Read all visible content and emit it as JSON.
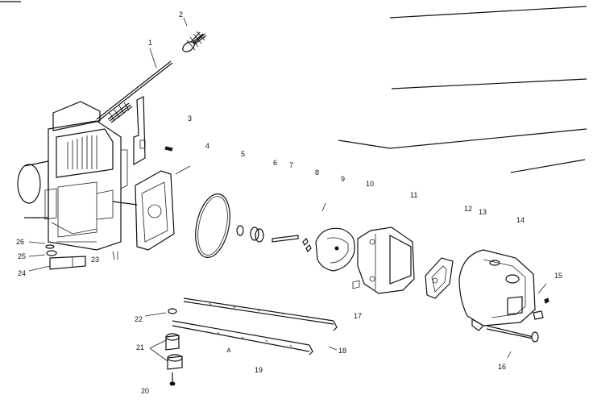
{
  "callouts": [
    {
      "id": "c1",
      "text": "1"
    },
    {
      "id": "c2",
      "text": "2"
    },
    {
      "id": "c3",
      "text": "3"
    },
    {
      "id": "c4",
      "text": "4"
    },
    {
      "id": "c5",
      "text": "5"
    },
    {
      "id": "c6",
      "text": "6"
    },
    {
      "id": "c7",
      "text": "7"
    },
    {
      "id": "c8",
      "text": "8"
    },
    {
      "id": "c9",
      "text": "9"
    },
    {
      "id": "c10",
      "text": "10"
    },
    {
      "id": "c11",
      "text": "11"
    },
    {
      "id": "c12",
      "text": "12"
    },
    {
      "id": "c13",
      "text": "13"
    },
    {
      "id": "c14",
      "text": "14"
    },
    {
      "id": "c15",
      "text": "15"
    },
    {
      "id": "c16",
      "text": "16"
    },
    {
      "id": "c17",
      "text": "17"
    },
    {
      "id": "c18",
      "text": "18"
    },
    {
      "id": "c19",
      "text": "19"
    },
    {
      "id": "c20",
      "text": "20"
    },
    {
      "id": "c21",
      "text": "21"
    },
    {
      "id": "c22",
      "text": "22"
    },
    {
      "id": "c23",
      "text": "23"
    },
    {
      "id": "c24",
      "text": "24"
    },
    {
      "id": "c25",
      "text": "25"
    },
    {
      "id": "c26",
      "text": "26"
    }
  ]
}
